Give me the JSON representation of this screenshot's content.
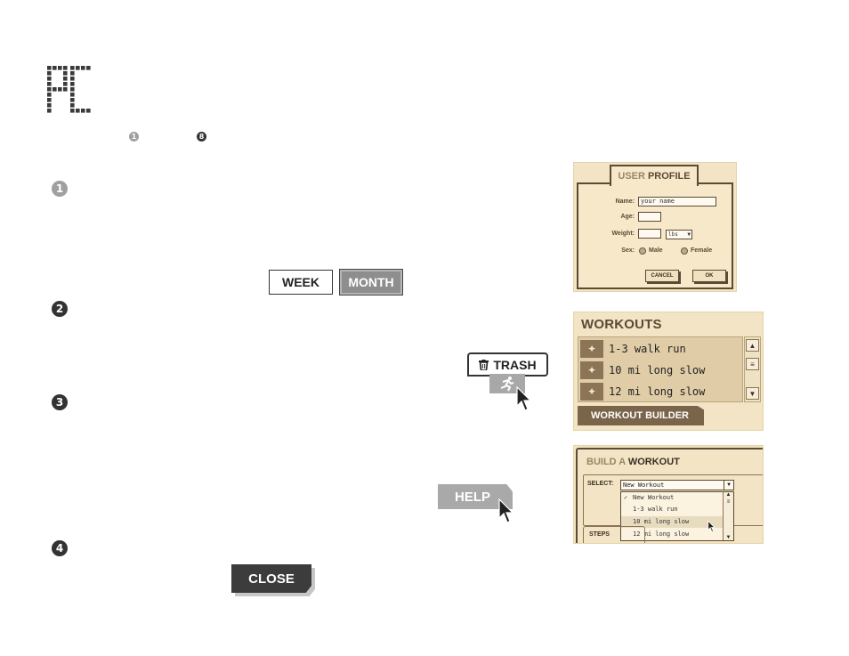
{
  "logo": {
    "text": "PC"
  },
  "intro": {
    "step_start": "1",
    "step_end": "8"
  },
  "steps": [
    {
      "number": "1"
    },
    {
      "number": "2"
    },
    {
      "number": "3"
    },
    {
      "number": "4"
    }
  ],
  "buttons": {
    "week": "WEEK",
    "month": "MONTH",
    "trash": "TRASH",
    "help": "HELP",
    "close": "CLOSE"
  },
  "user_profile": {
    "title_light": "USER",
    "title_bold": "PROFILE",
    "name_label": "Name:",
    "name_value": "your name",
    "age_label": "Age:",
    "weight_label": "Weight:",
    "weight_unit": "lbs",
    "sex_label": "Sex:",
    "male_label": "Male",
    "female_label": "Female",
    "cancel": "CANCEL",
    "ok": "OK"
  },
  "workouts": {
    "title": "WORKOUTS",
    "items": [
      "1-3 walk run",
      "10 mi long slow",
      "12 mi long slow"
    ],
    "builder": "WORKOUT BUILDER"
  },
  "build_workout": {
    "title_light": "BUILD A",
    "title_bold": "WORKOUT",
    "select_label": "SELECT:",
    "select_value": "New Workout",
    "options": [
      "New Workout",
      "1-3 walk run",
      "10 mi long slow",
      "12 mi long slow"
    ],
    "steps_label": "STEPS"
  },
  "colors": {
    "panel_bg": "#f2e4c4",
    "panel_border": "#5b4a36",
    "dark_badge": "#333333",
    "grey_badge": "#a0a0a0"
  }
}
